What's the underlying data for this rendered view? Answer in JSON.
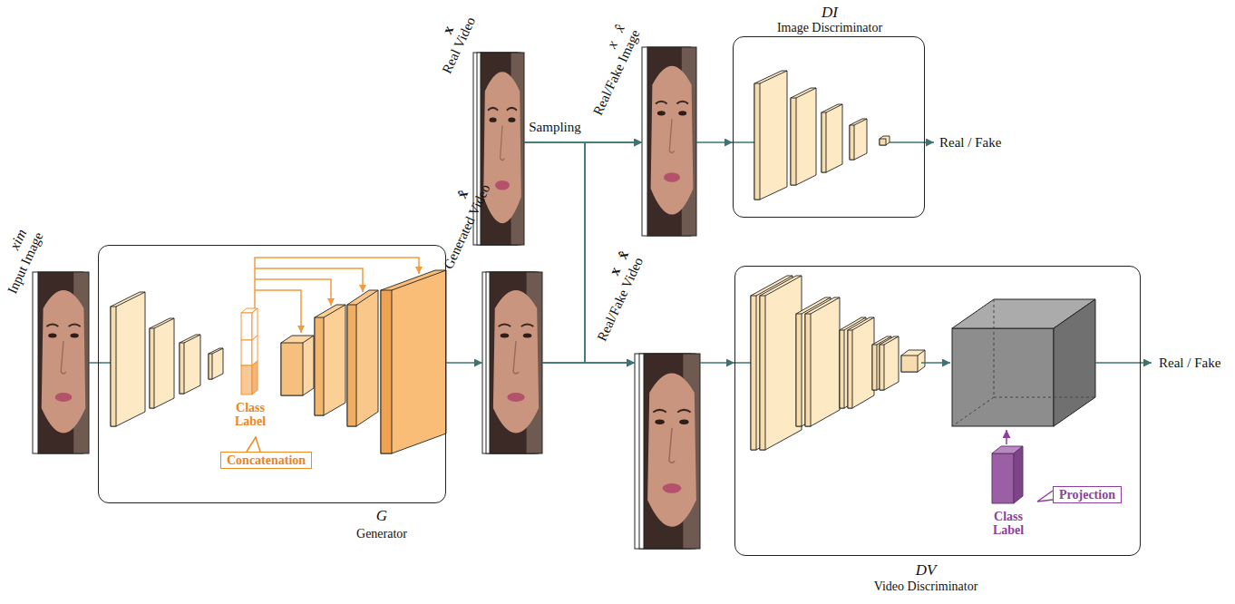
{
  "diagram": {
    "nodes": [
      {
        "text": [
          "xim",
          "Input Image"
        ]
      },
      {
        "text": [
          "G",
          "Generator"
        ]
      },
      {
        "text": [
          "Class Label"
        ],
        "in": 1
      },
      {
        "text": [
          "Concatenation"
        ],
        "in": 1
      },
      {
        "text": [
          "x",
          "Real Video"
        ]
      },
      {
        "text": [
          "x̂",
          "Generated Video"
        ]
      },
      {
        "text": [
          "x",
          "x̂",
          "Real/Fake Image"
        ]
      },
      {
        "text": [
          "DI",
          "Image Discriminator"
        ]
      },
      {
        "text": [
          "x",
          "x̂",
          "Real/Fake Video"
        ]
      },
      {
        "text": [
          "DV",
          "Video Discriminator"
        ]
      },
      {
        "text": [
          "Projection"
        ],
        "in": 9
      },
      {
        "text": [
          "Class Label"
        ],
        "in": 9
      }
    ],
    "edges": [
      {
        "from": 0,
        "to": 1,
        "arrow": "none"
      },
      {
        "from": 1,
        "to": 5,
        "arrow": "to"
      },
      {
        "from": 4,
        "to": 6,
        "arrow": "to",
        "label": "Sampling"
      },
      {
        "from": 4,
        "to": 8,
        "arrow": "to"
      },
      {
        "from": 5,
        "to": 6,
        "arrow": "to"
      },
      {
        "from": 5,
        "to": 8,
        "arrow": "to"
      },
      {
        "from": 6,
        "to": 7,
        "arrow": "to"
      },
      {
        "from": 8,
        "to": 9,
        "arrow": "to"
      }
    ],
    "labels": [
      "Real / Fake",
      "Real / Fake"
    ]
  }
}
